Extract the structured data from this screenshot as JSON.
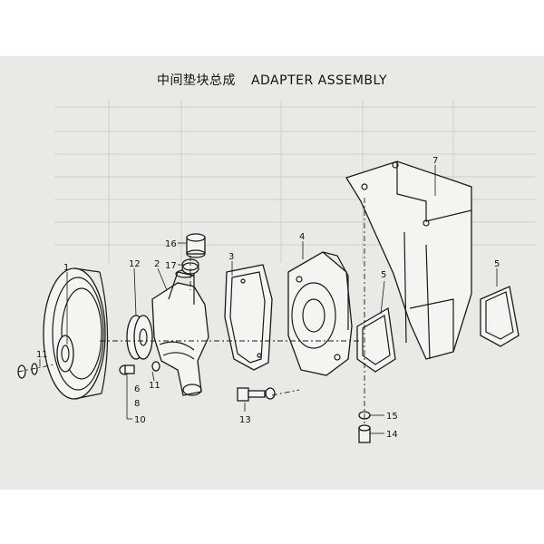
{
  "header": {
    "title_cn": "中间垫块总成",
    "title_en": "ADAPTER ASSEMBLY"
  },
  "callouts": [
    "1",
    "2",
    "3",
    "4",
    "5",
    "5",
    "6",
    "7",
    "8",
    "10",
    "11",
    "11",
    "12",
    "13",
    "14",
    "15",
    "16",
    "17"
  ],
  "colors": {
    "sheet": "#e9e9e7",
    "ink": "#1a1a1a"
  }
}
